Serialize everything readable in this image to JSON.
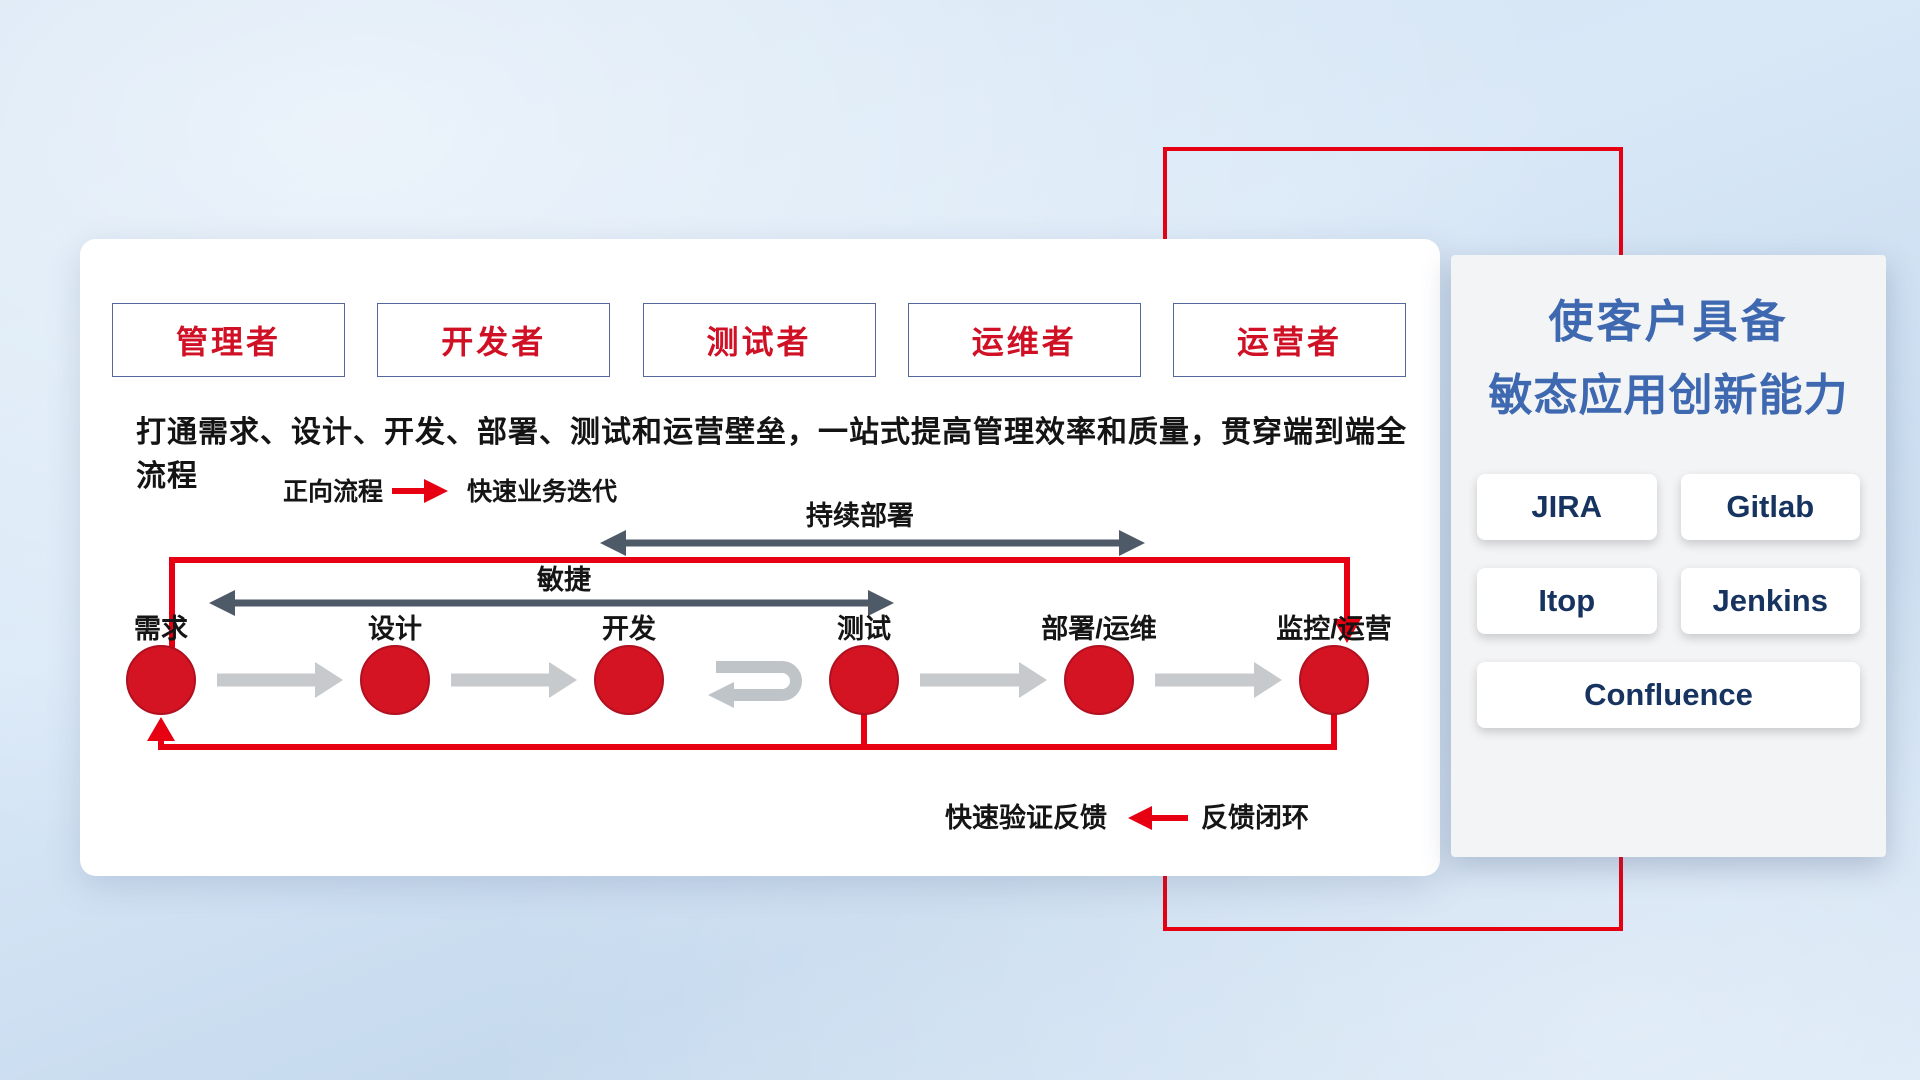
{
  "colors": {
    "accent_red": "#e60012",
    "circle_red": "#d41323",
    "dark_arrow": "#4f5a68",
    "gray_arrow": "#c6cacd",
    "title_blue": "#3e68b0",
    "tool_navy": "#17335f",
    "role_red": "#cf1025"
  },
  "roles": [
    "管理者",
    "开发者",
    "测试者",
    "运维者",
    "运营者"
  ],
  "description": "打通需求、设计、开发、部署、测试和运营壁垒，一站式提高管理效率和质量，贯穿端到端全流程",
  "legend_forward": {
    "name": "正向流程",
    "desc": "快速业务迭代"
  },
  "legend_feedback": {
    "desc": "快速验证反馈",
    "name": "反馈闭环"
  },
  "span_arrows": {
    "continuous_deploy": "持续部署",
    "agile": "敏捷"
  },
  "stages": [
    "需求",
    "设计",
    "开发",
    "测试",
    "部署/运维",
    "监控/运营"
  ],
  "right_panel": {
    "title_line1": "使客户具备",
    "title_line2": "敏态应用创新能力",
    "tools": [
      "JIRA",
      "Gitlab",
      "Itop",
      "Jenkins",
      "Confluence"
    ]
  }
}
